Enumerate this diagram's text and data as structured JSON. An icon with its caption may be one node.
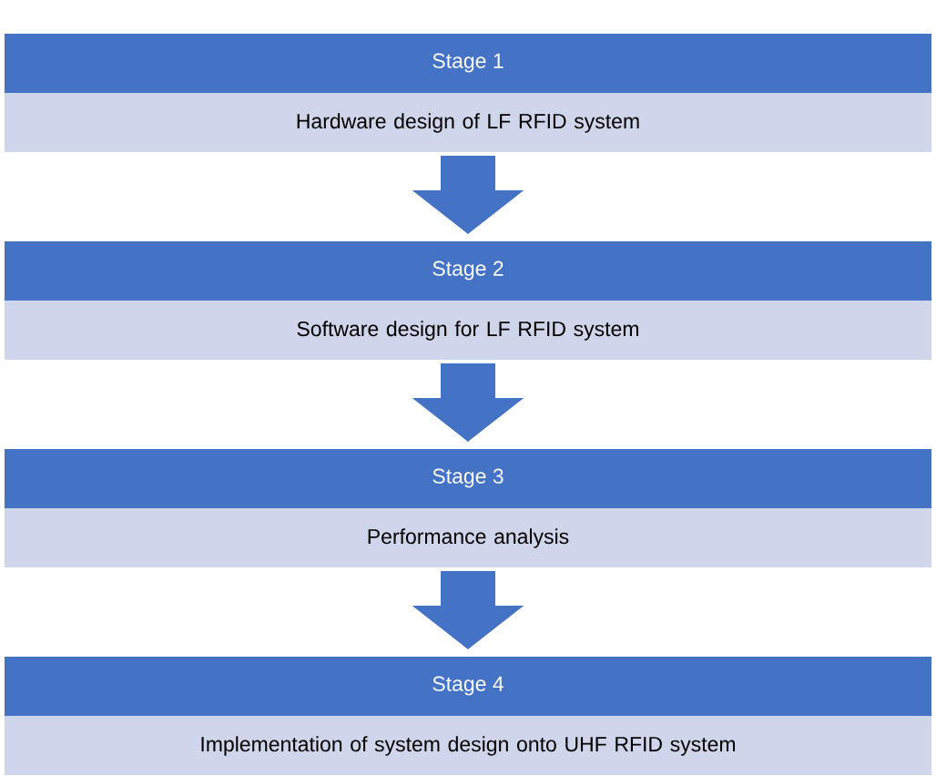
{
  "diagram": {
    "nodes": [
      {
        "text": [
          "Stage 1",
          "Hardware design of LF RFID system"
        ]
      },
      {
        "text": [
          "Stage 2",
          "Software design for LF RFID system"
        ]
      },
      {
        "text": [
          "Stage 3",
          "Performance analysis"
        ]
      },
      {
        "text": [
          "Stage 4",
          "Implementation of system design onto UHF RFID system"
        ]
      }
    ],
    "edges": [
      {
        "from": 0,
        "to": 1,
        "arrow": "to"
      },
      {
        "from": 1,
        "to": 2,
        "arrow": "to"
      },
      {
        "from": 2,
        "to": 3,
        "arrow": "to"
      }
    ]
  }
}
